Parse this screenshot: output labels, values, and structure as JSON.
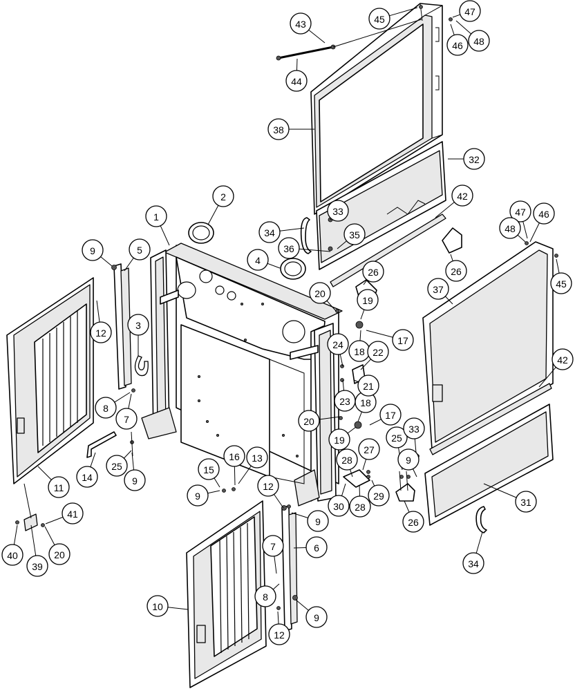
{
  "figure": {
    "callouts": [
      {
        "label": "1"
      },
      {
        "label": "2"
      },
      {
        "label": "3"
      },
      {
        "label": "4"
      },
      {
        "label": "5"
      },
      {
        "label": "6"
      },
      {
        "label": "7"
      },
      {
        "label": "7"
      },
      {
        "label": "8"
      },
      {
        "label": "8"
      },
      {
        "label": "9"
      },
      {
        "label": "9"
      },
      {
        "label": "9"
      },
      {
        "label": "9"
      },
      {
        "label": "9"
      },
      {
        "label": "9"
      },
      {
        "label": "10"
      },
      {
        "label": "11"
      },
      {
        "label": "12"
      },
      {
        "label": "12"
      },
      {
        "label": "12"
      },
      {
        "label": "13"
      },
      {
        "label": "14"
      },
      {
        "label": "15"
      },
      {
        "label": "16"
      },
      {
        "label": "17"
      },
      {
        "label": "17"
      },
      {
        "label": "18"
      },
      {
        "label": "18"
      },
      {
        "label": "19"
      },
      {
        "label": "19"
      },
      {
        "label": "20"
      },
      {
        "label": "20"
      },
      {
        "label": "20"
      },
      {
        "label": "21"
      },
      {
        "label": "22"
      },
      {
        "label": "23"
      },
      {
        "label": "24"
      },
      {
        "label": "25"
      },
      {
        "label": "25"
      },
      {
        "label": "26"
      },
      {
        "label": "26"
      },
      {
        "label": "26"
      },
      {
        "label": "27"
      },
      {
        "label": "28"
      },
      {
        "label": "28"
      },
      {
        "label": "29"
      },
      {
        "label": "30"
      },
      {
        "label": "31"
      },
      {
        "label": "32"
      },
      {
        "label": "33"
      },
      {
        "label": "33"
      },
      {
        "label": "34"
      },
      {
        "label": "34"
      },
      {
        "label": "35"
      },
      {
        "label": "36"
      },
      {
        "label": "37"
      },
      {
        "label": "38"
      },
      {
        "label": "39"
      },
      {
        "label": "40"
      },
      {
        "label": "41"
      },
      {
        "label": "42"
      },
      {
        "label": "42"
      },
      {
        "label": "43"
      },
      {
        "label": "44"
      },
      {
        "label": "45"
      },
      {
        "label": "45"
      },
      {
        "label": "46"
      },
      {
        "label": "46"
      },
      {
        "label": "47"
      },
      {
        "label": "47"
      },
      {
        "label": "48"
      },
      {
        "label": "48"
      }
    ]
  }
}
